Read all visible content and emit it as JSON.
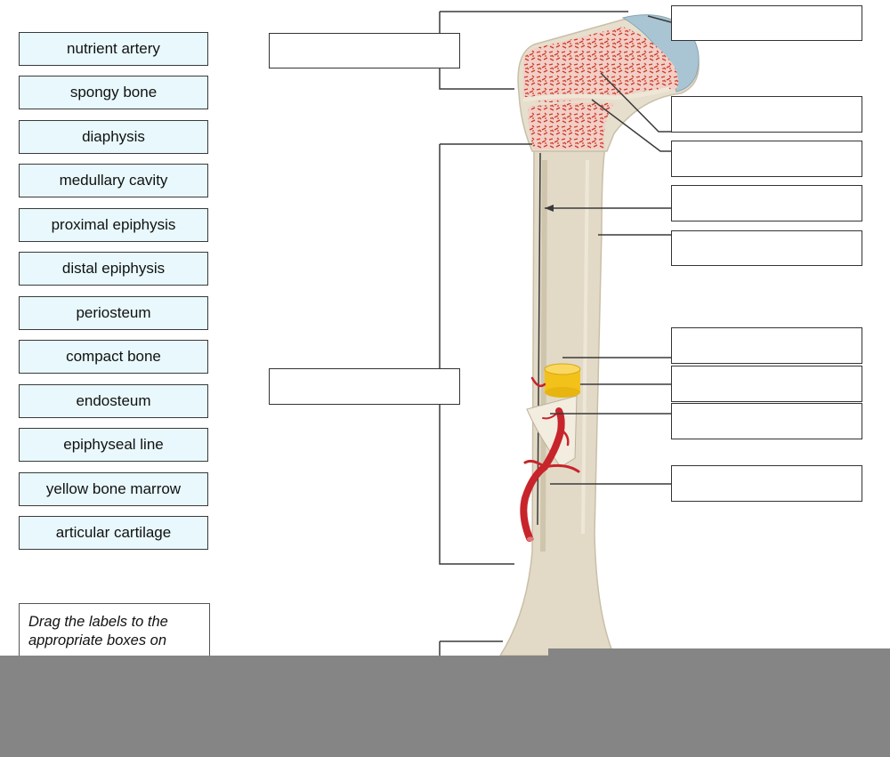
{
  "label_bank": {
    "labels": [
      "nutrient artery",
      "spongy bone",
      "diaphysis",
      "medullary cavity",
      "proximal epiphysis",
      "distal epiphysis",
      "periosteum",
      "compact bone",
      "endosteum",
      "epiphyseal line",
      "yellow bone marrow",
      "articular cartilage"
    ]
  },
  "instructions": {
    "text": "Drag the labels to the appropriate boxes on"
  },
  "colors": {
    "tile_bg": "#e8f8fc",
    "bone": "#e2dac7",
    "spongy": "#f0c3bb",
    "spongy_dots": "#c93a2a",
    "cartilage": "#a9c4d2",
    "vessel": "#c8242b",
    "marrow": "#f3c21a",
    "overlay": "#858585"
  }
}
